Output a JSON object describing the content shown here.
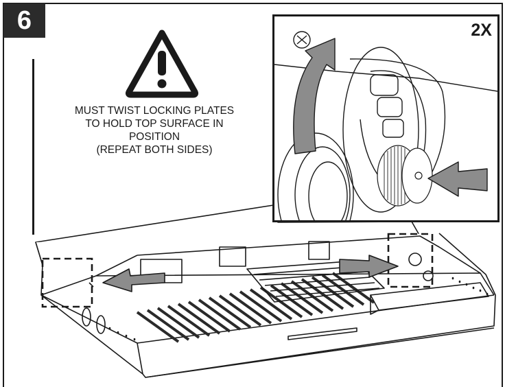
{
  "step": {
    "number": "6"
  },
  "warning": {
    "icon": "warning-triangle-icon",
    "lines": [
      "MUST TWIST LOCKING PLATES",
      "TO HOLD TOP SURFACE IN",
      "POSITION",
      "(REPEAT BOTH SIDES)"
    ]
  },
  "detail": {
    "multiplier": "2X"
  },
  "colors": {
    "ink": "#1a1a1a",
    "arrow_fill": "#8c8c8c",
    "badge_bg": "#2b2b2b",
    "badge_text": "#ffffff"
  }
}
